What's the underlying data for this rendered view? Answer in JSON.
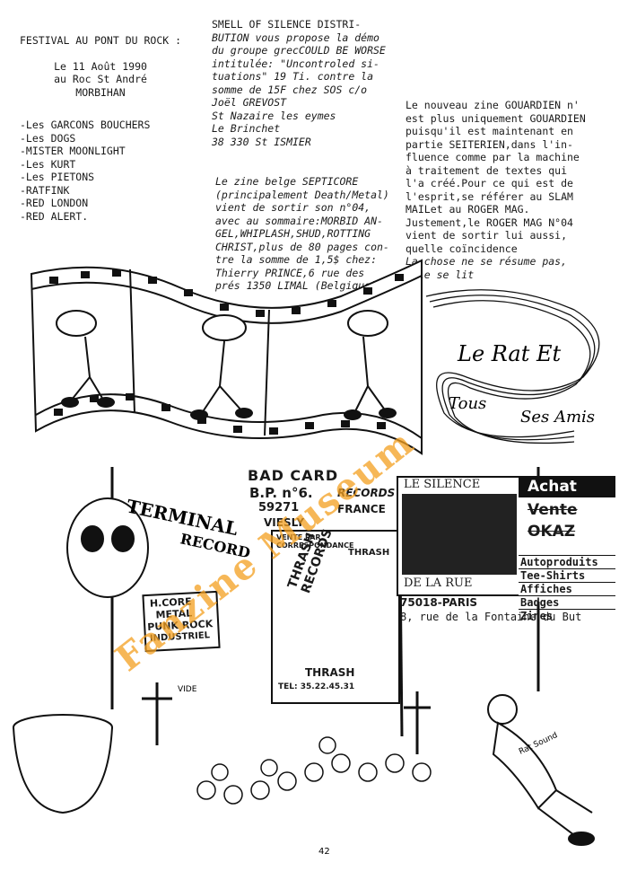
{
  "column1": {
    "heading": "FESTIVAL AU PONT DU ROCK :",
    "date": "Le 11 Août 1990",
    "place": "au Roc St André",
    "region": "MORBIHAN",
    "bands": [
      "-Les GARCONS BOUCHERS",
      "-Les DOGS",
      "-MISTER MOONLIGHT",
      "-Les KURT",
      "-Les PIETONS",
      "-RATFINK",
      "-RED LONDON",
      "-RED ALERT."
    ]
  },
  "column2": {
    "lines": [
      "SMELL OF SILENCE DISTRI-",
      "BUTION vous propose la démo",
      "du groupe grecCOULD BE WORSE",
      "intitulée: \"Uncontroled si-",
      "tuations\" 19 Ti. contre la",
      "somme de 15F chez SOS c/o",
      "Joël GREVOST",
      "St Nazaire les eymes",
      "Le Brinchet",
      "38 330 St ISMIER"
    ],
    "lines2": [
      "Le zine belge SEPTICORE",
      "(principalement Death/Metal)",
      "vient de sortir son n°04,",
      "avec au sommaire:MORBID AN-",
      "GEL,WHIPLASH,SHUD,ROTTING",
      "CHRIST,plus de 80 pages con-",
      "tre la somme de 1,5$ chez:",
      "Thierry PRINCE,6 rue des",
      "prés 1350 LIMAL (Belgique)."
    ]
  },
  "column3": {
    "lines": [
      "Le nouveau zine GOUARDIEN n'",
      "est plus uniquement GOUARDIEN",
      "puisqu'il est maintenant en",
      "partie SEITERIEN,dans l'in-",
      "fluence comme par la machine",
      "à traitement de textes qui",
      "l'a créé.Pour ce qui est de",
      "l'esprit,se référer au SLAM",
      "MAILet au ROGER MAG.",
      "Justement,le ROGER MAG N°04",
      "vient de sortir lui aussi,",
      "quelle coïncidence",
      "La chose ne se résume pas,",
      "elle se lit"
    ]
  },
  "illustration": {
    "title_line1": "Le Rat Et",
    "title_line2": "Tous",
    "title_line3": "Ses Amis",
    "terminal": "TERMINAL",
    "record": "RECORD",
    "bad_card": "BAD CARD",
    "bp": "B.P. n°6.",
    "postcode": "59271",
    "town": "VIESLY",
    "records": "RECORDS",
    "france": "FRANCE",
    "hcore": "H.CORE",
    "metal": "METAL",
    "punk_rock": "PUNK ROCK",
    "industriel": "INDUSTRIEL",
    "vente_corr": "VENTE PAR CORRESPONDANCE",
    "thrash": "THRASH",
    "thrash_records": "THRASH RECORDS",
    "thrash2": "THRASH",
    "tel": "TEL: 35.22.45.31",
    "silence1": "LE SILENCE",
    "silence2": "DE LA RUE",
    "address_city": "75018-PARIS",
    "address_street": "8, rue de la Fontaine du But",
    "achat": "Achat",
    "vente": "Vente",
    "okaz": "OKAZ",
    "products": [
      "Autoproduits",
      "Tee-Shirts",
      "Affiches",
      "Badges",
      "Zines"
    ],
    "vide": "VIDE",
    "rat_shirt": "Rat Sound",
    "page_number": "42",
    "watermark": "Fanzine Museum"
  }
}
